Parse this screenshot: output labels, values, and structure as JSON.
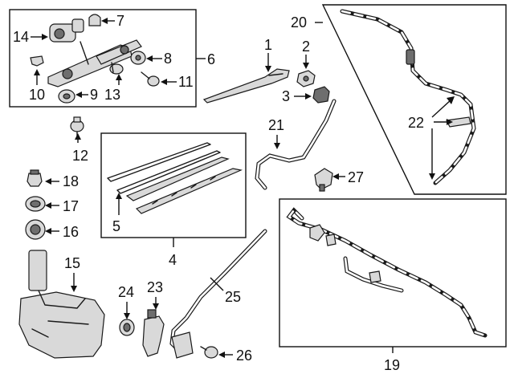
{
  "callouts": {
    "c1": "1",
    "c2": "2",
    "c3": "3",
    "c4": "4",
    "c5": "5",
    "c6": "6",
    "c7": "7",
    "c8": "8",
    "c9": "9",
    "c10": "10",
    "c11": "11",
    "c12": "12",
    "c13": "13",
    "c14": "14",
    "c15": "15",
    "c16": "16",
    "c17": "17",
    "c18": "18",
    "c19": "19",
    "c20": "20",
    "c21": "21",
    "c22": "22",
    "c23": "23",
    "c24": "24",
    "c25": "25",
    "c26": "26",
    "c27": "27"
  },
  "colors": {
    "line": "#1a1a1a",
    "part_fill": "#d9d9d9",
    "background": "#ffffff"
  }
}
